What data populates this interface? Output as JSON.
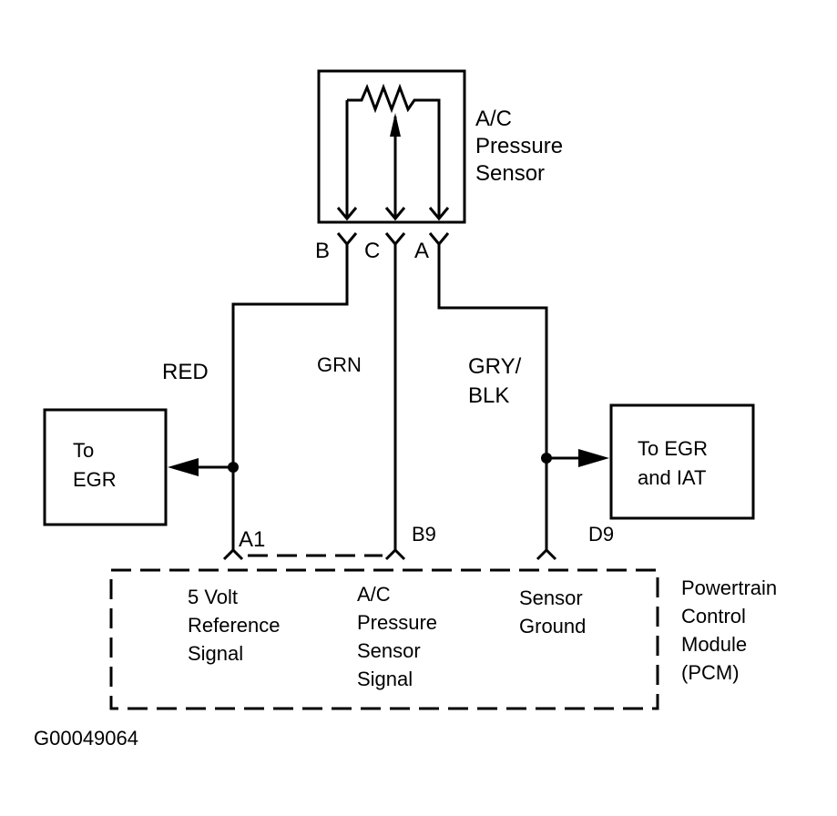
{
  "sensor": {
    "label": [
      "A/C",
      "Pressure",
      "Sensor"
    ],
    "pins": {
      "B": "B",
      "C": "C",
      "A": "A"
    }
  },
  "wires": {
    "red": "RED",
    "grn": "GRN",
    "gry_blk": [
      "GRY/",
      "BLK"
    ]
  },
  "left_box": {
    "label": [
      "To",
      "EGR"
    ]
  },
  "right_box": {
    "label": [
      "To EGR",
      "and IAT"
    ]
  },
  "pcm": {
    "pins": {
      "a1": "A1",
      "b9": "B9",
      "d9": "D9"
    },
    "signals": {
      "ref": [
        "5 Volt",
        "Reference",
        "Signal"
      ],
      "sensor_signal": [
        "A/C",
        "Pressure",
        "Sensor",
        "Signal"
      ],
      "ground": [
        "Sensor",
        "Ground"
      ]
    },
    "label": [
      "Powertrain",
      "Control",
      "Module",
      "(PCM)"
    ]
  },
  "figure_id": "G00049064"
}
